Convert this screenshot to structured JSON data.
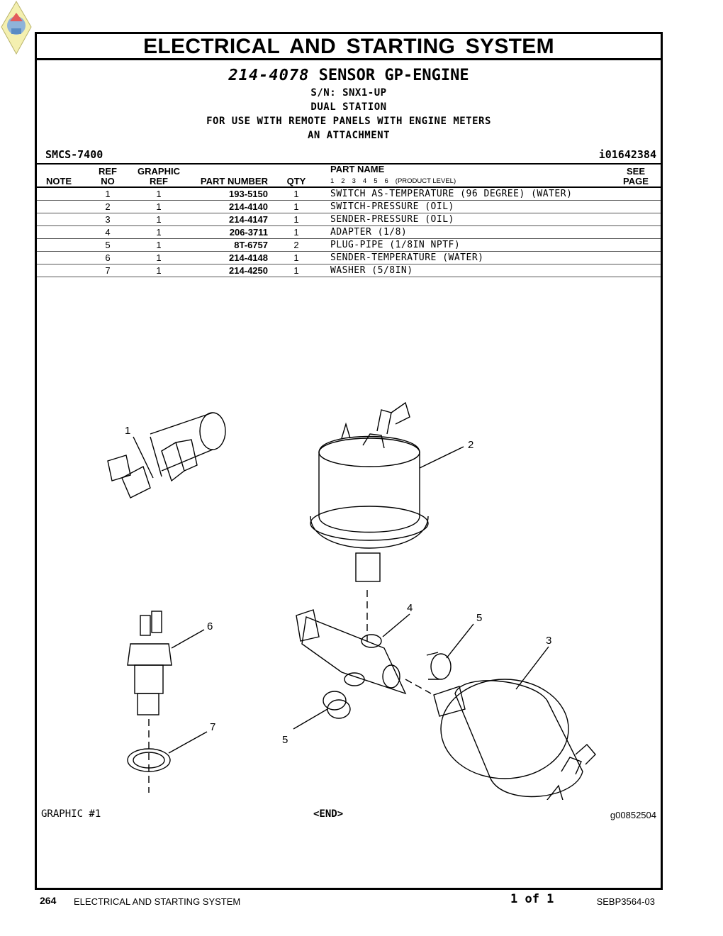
{
  "document": {
    "section_title": "ELECTRICAL AND STARTING SYSTEM",
    "group_number": "214-4078",
    "group_name": "SENSOR GP-ENGINE",
    "serial": "S/N: SNX1-UP",
    "notes": [
      "DUAL STATION",
      "FOR USE WITH REMOTE PANELS WITH ENGINE METERS",
      "AN ATTACHMENT"
    ],
    "smcs": "SMCS-7400",
    "illustration_id": "i01642384"
  },
  "table": {
    "headers": {
      "note": "NOTE",
      "ref_no_1": "REF",
      "ref_no_2": "NO",
      "graphic_ref_1": "GRAPHIC",
      "graphic_ref_2": "REF",
      "part_number": "PART NUMBER",
      "qty": "QTY",
      "part_name": "PART NAME",
      "see_page_1": "SEE",
      "see_page_2": "PAGE"
    },
    "levels": [
      "1",
      "2",
      "3",
      "4",
      "5",
      "6"
    ],
    "level_label": "(PRODUCT LEVEL)",
    "rows": [
      {
        "note": "",
        "ref": "1",
        "gref": "1",
        "part": "193-5150",
        "qty": "1",
        "name": "SWITCH AS-TEMPERATURE (96 DEGREE) (WATER)",
        "see": ""
      },
      {
        "note": "",
        "ref": "2",
        "gref": "1",
        "part": "214-4140",
        "qty": "1",
        "name": "SWITCH-PRESSURE (OIL)",
        "see": ""
      },
      {
        "note": "",
        "ref": "3",
        "gref": "1",
        "part": "214-4147",
        "qty": "1",
        "name": "SENDER-PRESSURE (OIL)",
        "see": ""
      },
      {
        "note": "",
        "ref": "4",
        "gref": "1",
        "part": "206-3711",
        "qty": "1",
        "name": "ADAPTER (1/8)",
        "see": ""
      },
      {
        "note": "",
        "ref": "5",
        "gref": "1",
        "part": "8T-6757",
        "qty": "2",
        "name": "PLUG-PIPE (1/8IN NPTF)",
        "see": ""
      },
      {
        "note": "",
        "ref": "6",
        "gref": "1",
        "part": "214-4148",
        "qty": "1",
        "name": "SENDER-TEMPERATURE (WATER)",
        "see": ""
      },
      {
        "note": "",
        "ref": "7",
        "gref": "1",
        "part": "214-4250",
        "qty": "1",
        "name": "WASHER (5/8IN)",
        "see": ""
      }
    ]
  },
  "graphic": {
    "callouts": [
      "1",
      "2",
      "3",
      "4",
      "5",
      "5",
      "6",
      "7"
    ],
    "caption": "GRAPHIC #1",
    "end_marker": "<END>",
    "graphic_id": "g00852504"
  },
  "footer": {
    "page_number": "264",
    "section": "ELECTRICAL AND STARTING SYSTEM",
    "page_of": "1 of 1",
    "publication": "SEBP3564-03"
  }
}
